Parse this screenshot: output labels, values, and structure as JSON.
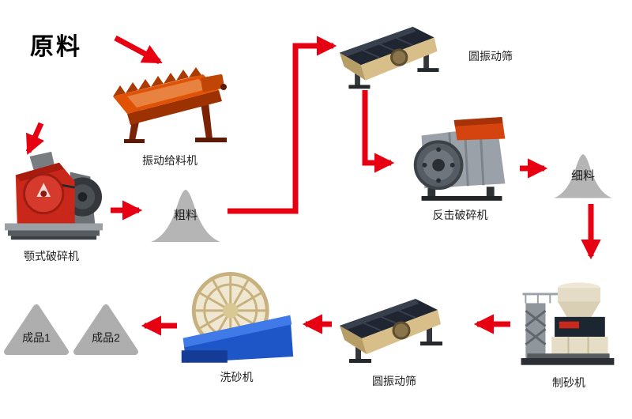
{
  "diagram": {
    "title": "原料",
    "nodes": {
      "vibrating_feeder": {
        "label": "振动给料机",
        "type": "machine"
      },
      "jaw_crusher": {
        "label": "颚式破碎机",
        "type": "machine"
      },
      "coarse_material": {
        "label": "粗料",
        "type": "material-pile"
      },
      "screen_top": {
        "label": "圆振动筛",
        "type": "machine"
      },
      "impact_crusher": {
        "label": "反击破碎机",
        "type": "machine"
      },
      "fine_material": {
        "label": "细料",
        "type": "material-pile"
      },
      "sand_maker": {
        "label": "制砂机",
        "type": "machine"
      },
      "screen_bottom": {
        "label": "圆振动筛",
        "type": "machine"
      },
      "sand_washer": {
        "label": "洗砂机",
        "type": "machine"
      },
      "product_1": {
        "label": "成品1",
        "type": "product-pile"
      },
      "product_2": {
        "label": "成品2",
        "type": "product-pile"
      }
    }
  },
  "colors": {
    "arrow": "#e60012",
    "pile": "#b5b5b5",
    "background": "#ffffff"
  }
}
